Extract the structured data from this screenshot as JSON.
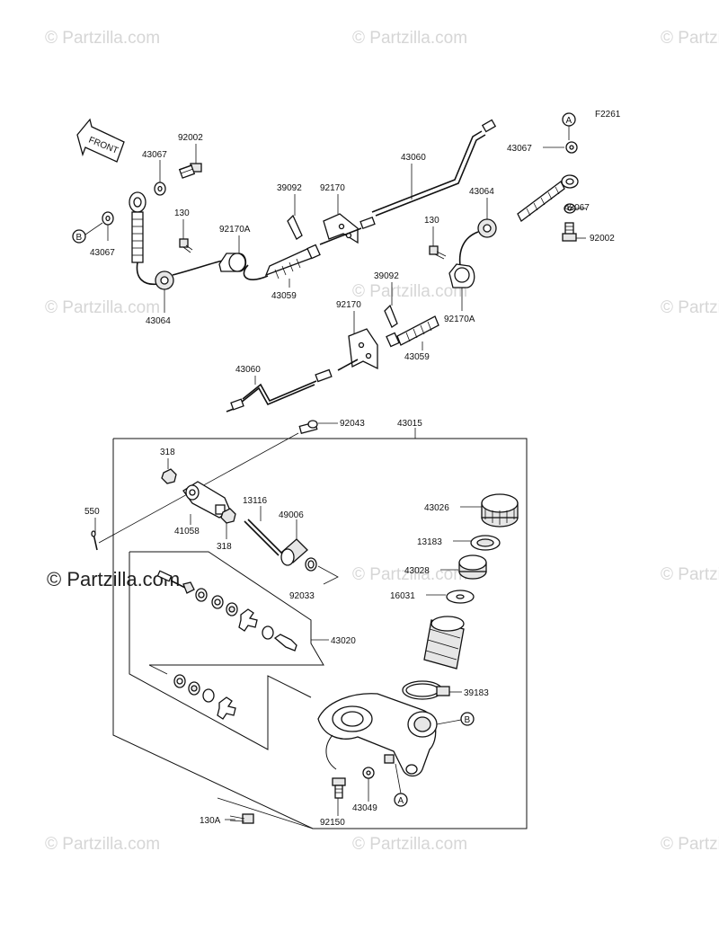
{
  "figure_code": "F2261",
  "front_label": "FRONT",
  "watermark_text": "© Partzilla.com",
  "ref_markers": {
    "a": "A",
    "b": "B"
  },
  "parts": [
    {
      "id": "p92002a",
      "label": "92002"
    },
    {
      "id": "p43067a",
      "label": "43067"
    },
    {
      "id": "p43067b",
      "label": "43067"
    },
    {
      "id": "p130a",
      "label": "130"
    },
    {
      "id": "p92170Aa",
      "label": "92170A"
    },
    {
      "id": "p39092a",
      "label": "39092"
    },
    {
      "id": "p92170a",
      "label": "92170"
    },
    {
      "id": "p43060a",
      "label": "43060"
    },
    {
      "id": "p43059a",
      "label": "43059"
    },
    {
      "id": "p43064a",
      "label": "43064"
    },
    {
      "id": "p43067c",
      "label": "43067"
    },
    {
      "id": "p43064b",
      "label": "43064"
    },
    {
      "id": "p130b",
      "label": "130"
    },
    {
      "id": "p43067d",
      "label": "43067"
    },
    {
      "id": "p92002b",
      "label": "92002"
    },
    {
      "id": "p39092b",
      "label": "39092"
    },
    {
      "id": "p92170b",
      "label": "92170"
    },
    {
      "id": "p92170Ab",
      "label": "92170A"
    },
    {
      "id": "p43059b",
      "label": "43059"
    },
    {
      "id": "p43060b",
      "label": "43060"
    },
    {
      "id": "p92043",
      "label": "92043"
    },
    {
      "id": "p43015",
      "label": "43015"
    },
    {
      "id": "p318a",
      "label": "318"
    },
    {
      "id": "p550",
      "label": "550"
    },
    {
      "id": "p41058",
      "label": "41058"
    },
    {
      "id": "p318b",
      "label": "318"
    },
    {
      "id": "p13116",
      "label": "13116"
    },
    {
      "id": "p49006",
      "label": "49006"
    },
    {
      "id": "p92033",
      "label": "92033"
    },
    {
      "id": "p43026",
      "label": "43026"
    },
    {
      "id": "p13183",
      "label": "13183"
    },
    {
      "id": "p43028",
      "label": "43028"
    },
    {
      "id": "p16031",
      "label": "16031"
    },
    {
      "id": "p43020",
      "label": "43020"
    },
    {
      "id": "p39183",
      "label": "39183"
    },
    {
      "id": "p43049",
      "label": "43049"
    },
    {
      "id": "p92150",
      "label": "92150"
    },
    {
      "id": "p130A",
      "label": "130A"
    }
  ]
}
